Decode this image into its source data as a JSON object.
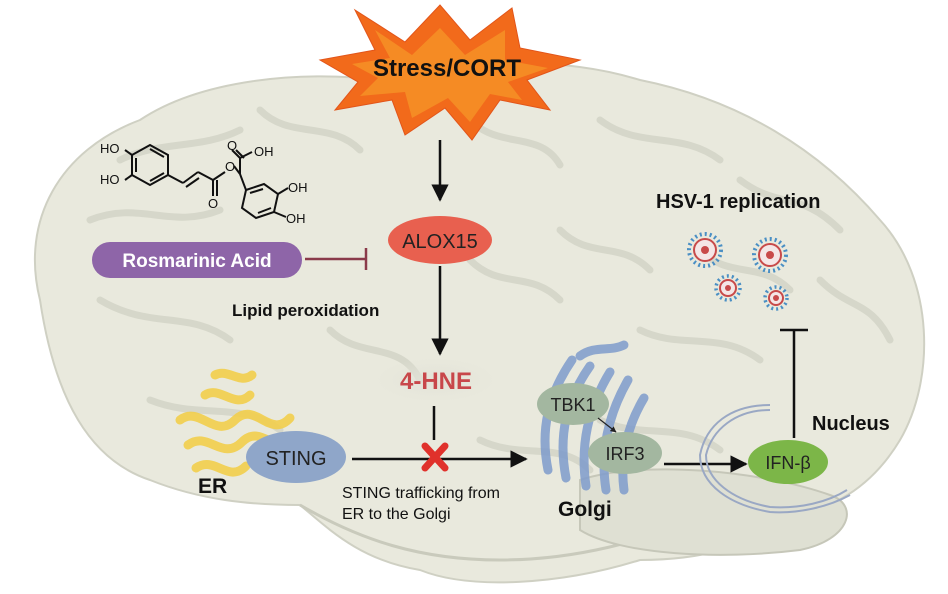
{
  "stress_label": "Stress/CORT",
  "molecule": {
    "ho_top": "HO",
    "ho_mid": "HO",
    "oh_acid": "OH",
    "oh_right_1": "OH",
    "oh_right_2": "OH",
    "o_ester": "O",
    "o_carbonyl_left": "O",
    "o_carbonyl_right": "O"
  },
  "rosmarinic_acid": "Rosmarinic Acid",
  "alox15": "ALOX15",
  "lipid_peroxidation": "Lipid peroxidation",
  "hne": "4-HNE",
  "sting": "STING",
  "er": "ER",
  "trafficking_line1": "STING trafficking from",
  "trafficking_line2": "ER to the Golgi",
  "golgi": "Golgi",
  "tbk1": "TBK1",
  "irf3": "IRF3",
  "ifnb": "IFN-β",
  "nucleus": "Nucleus",
  "hsv_replication": "HSV-1 replication",
  "colors": {
    "stress_orange": "#f26a1b",
    "rosmarinic_purple": "#8e65a8",
    "alox15_red": "#e8604f",
    "hne_red": "#c8474a",
    "sting_blue": "#8fa6c9",
    "golgi_blue": "#7f9ccc",
    "ifnb_green": "#7cb648",
    "er_yellow": "#f2cf4c",
    "inhibit_maroon": "#8a3a4a",
    "x_red": "#e0312b"
  }
}
